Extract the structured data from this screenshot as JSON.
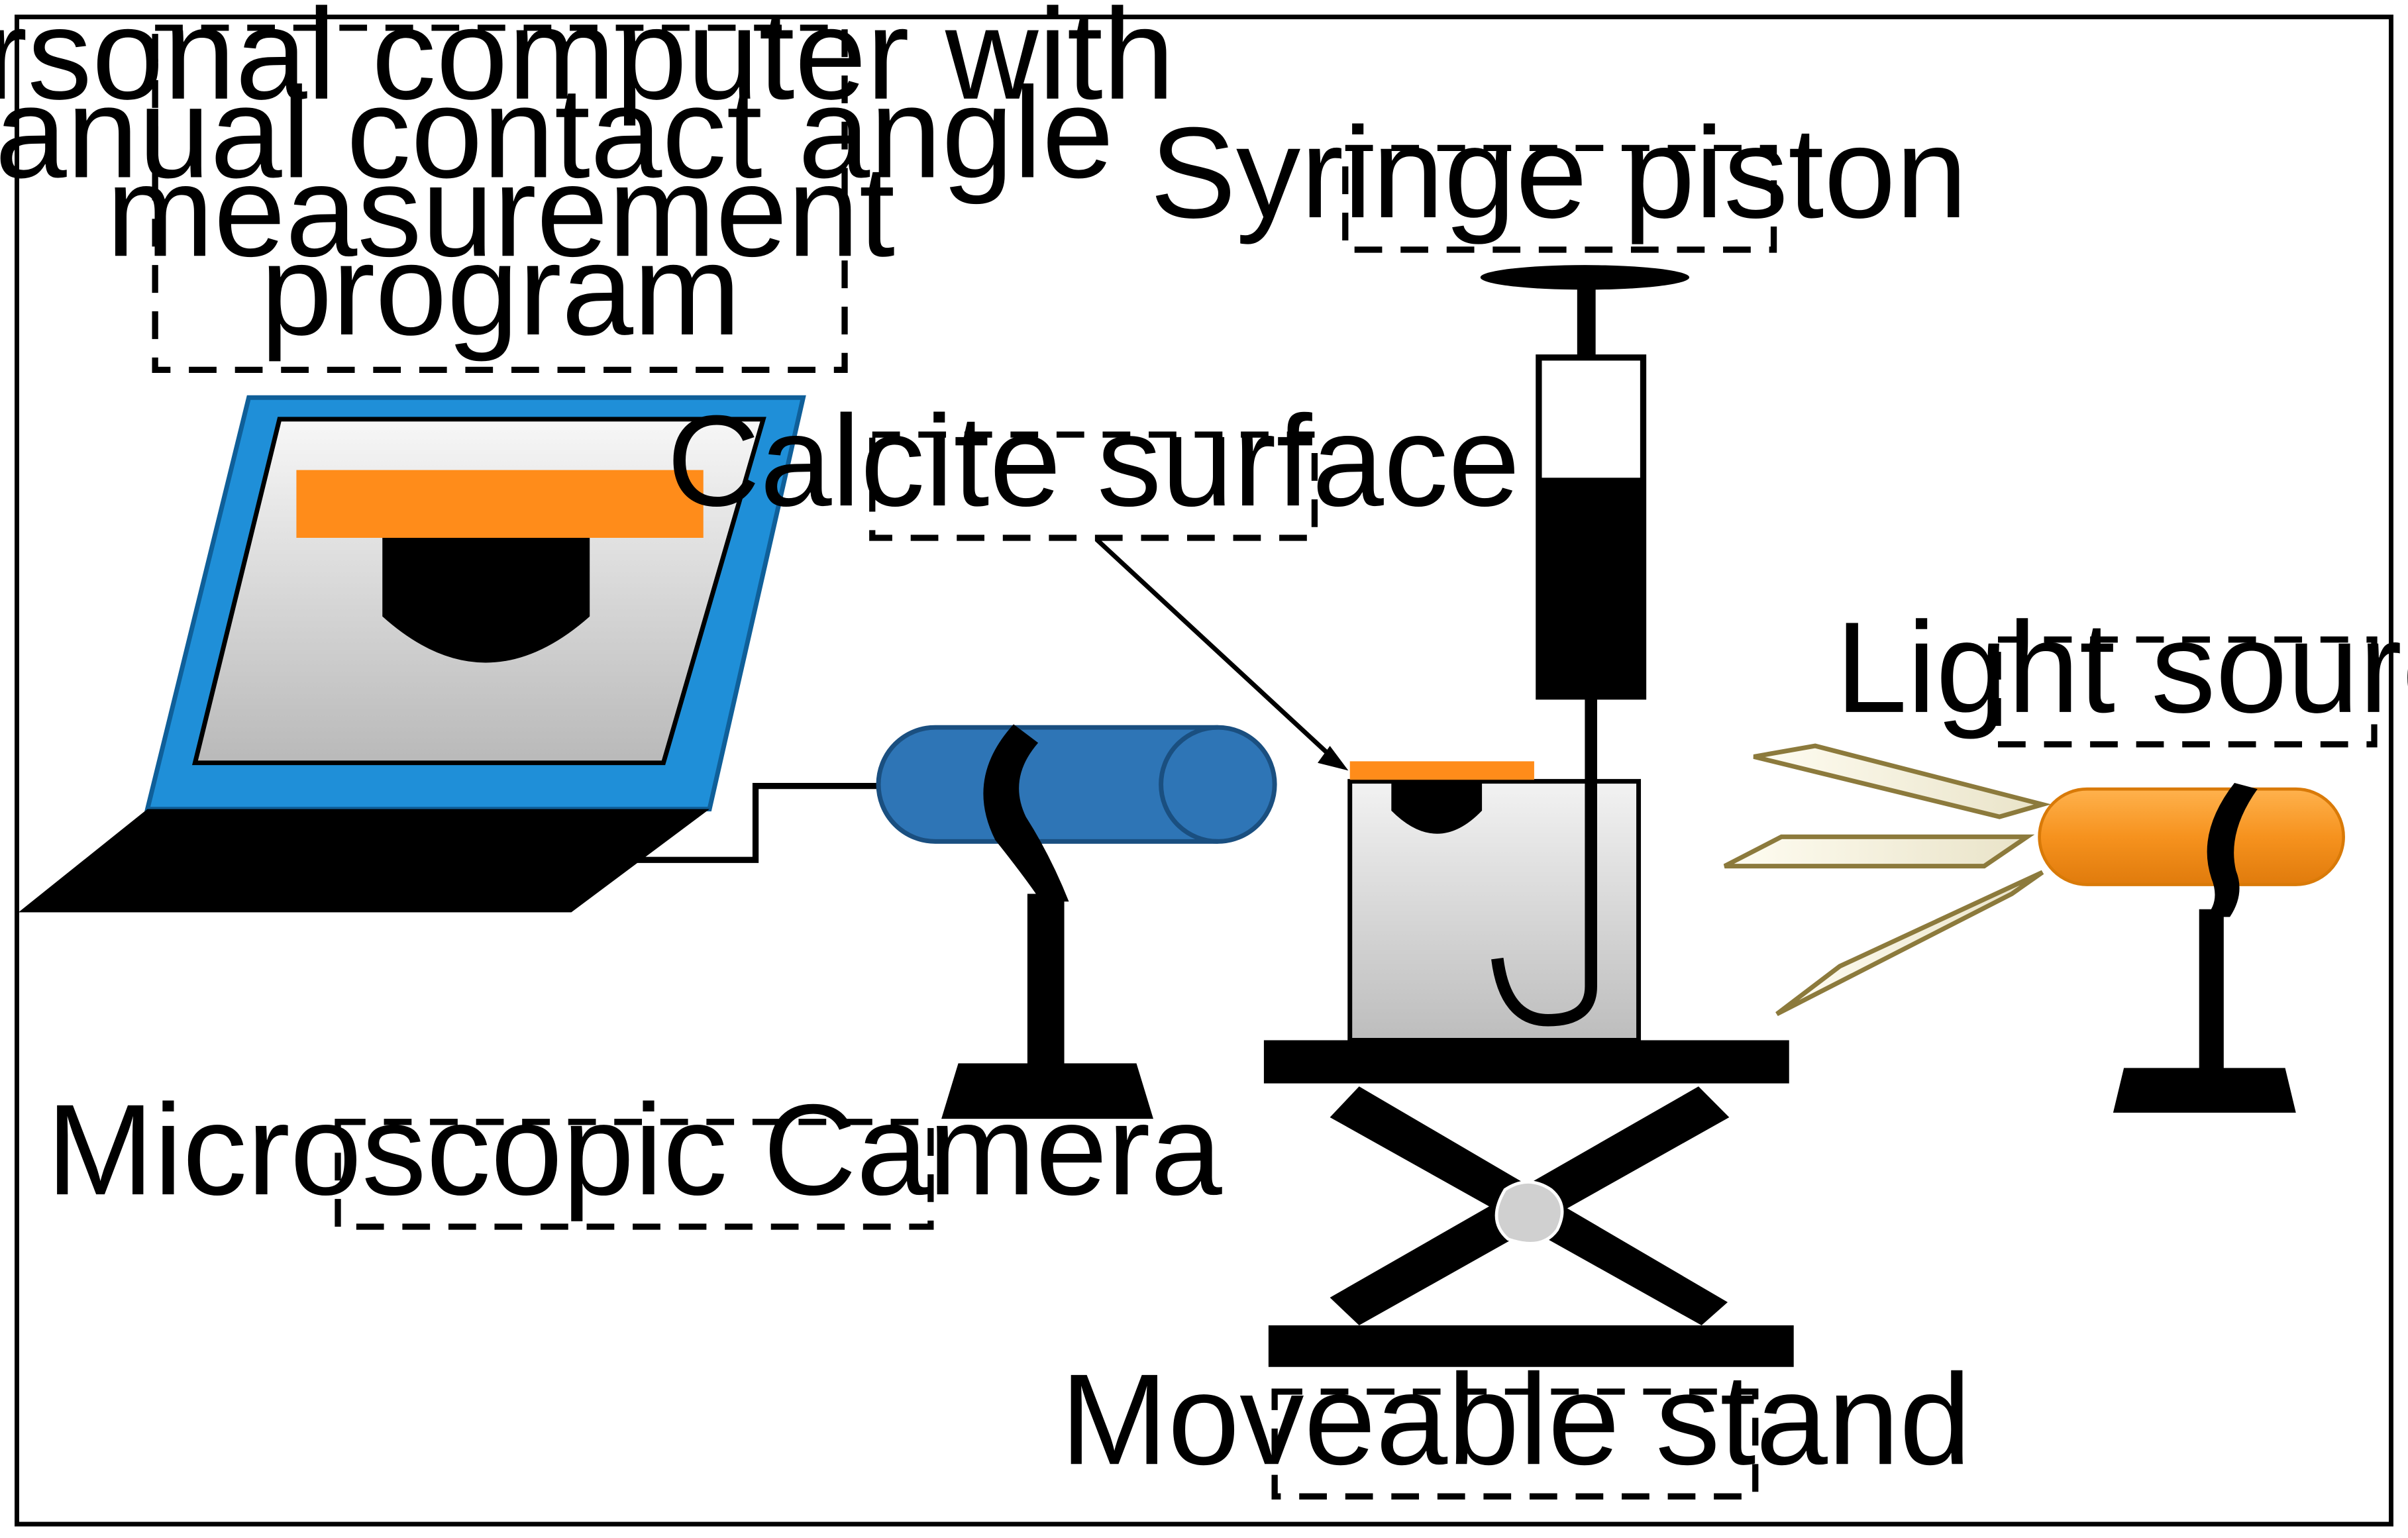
{
  "labels": {
    "computer": [
      "Personal computer with",
      "Manual contact angle",
      "measurement",
      "program"
    ],
    "syringe": "Syringe piston",
    "calcite": "Calcite surface",
    "light": "Light source",
    "camera": "Microscopic Camera",
    "stand": "Moveable stand"
  },
  "colors": {
    "laptop_blue": "#1f8fd8",
    "camera_blue": "#2e75b6",
    "calcite_orange": "#ff8c1a",
    "light_orange": "#f6921e",
    "beam": "#8c7a3c",
    "black": "#000000"
  }
}
